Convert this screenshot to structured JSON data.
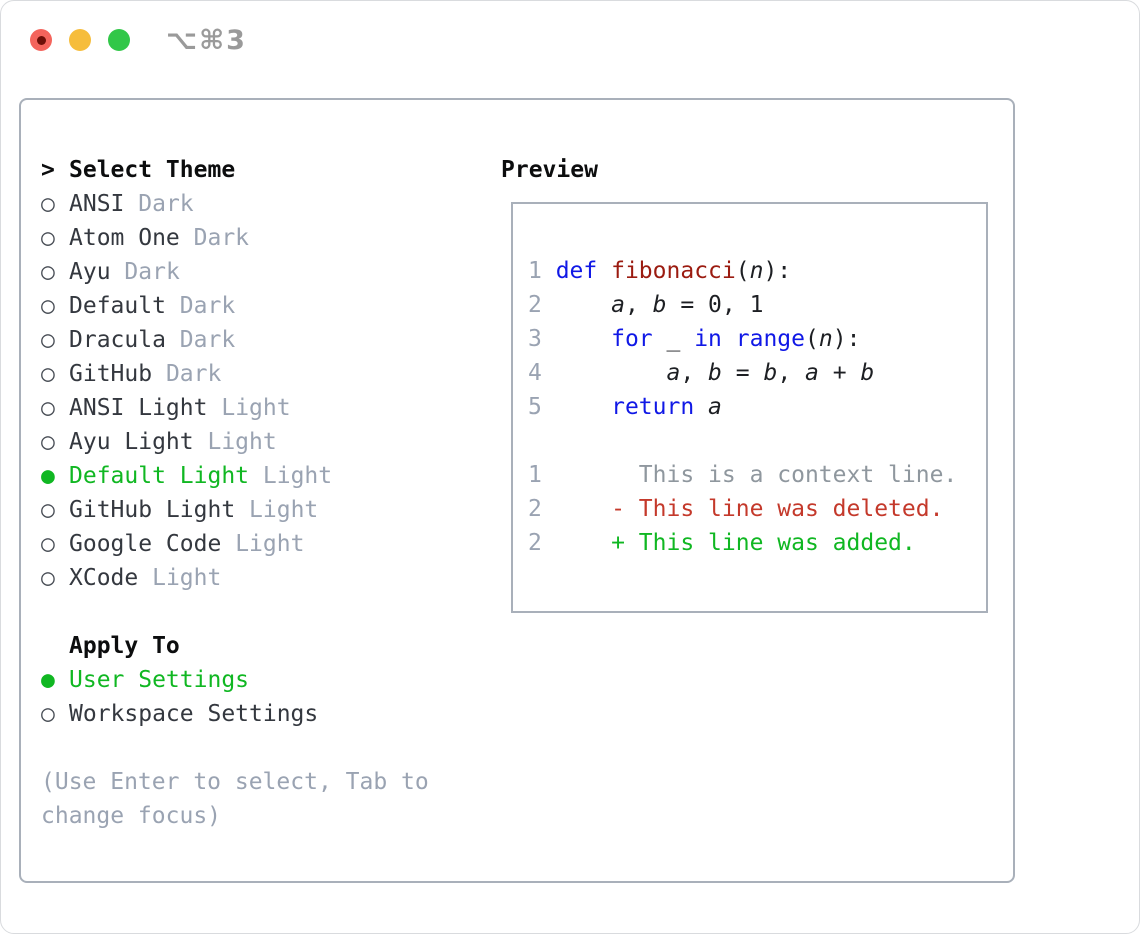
{
  "window": {
    "title": "⌥⌘3",
    "traffic_lights": [
      "close",
      "minimize",
      "zoom"
    ]
  },
  "icons": {
    "radio_unselected": "○",
    "radio_selected": "●",
    "prompt": ">"
  },
  "picker": {
    "prompt": ">",
    "title": "Select Theme",
    "items": [
      {
        "name": "ANSI",
        "variant": "Dark",
        "selected": false
      },
      {
        "name": "Atom One",
        "variant": "Dark",
        "selected": false
      },
      {
        "name": "Ayu",
        "variant": "Dark",
        "selected": false
      },
      {
        "name": "Default",
        "variant": "Dark",
        "selected": false
      },
      {
        "name": "Dracula",
        "variant": "Dark",
        "selected": false
      },
      {
        "name": "GitHub",
        "variant": "Dark",
        "selected": false
      },
      {
        "name": "ANSI Light",
        "variant": "Light",
        "selected": false
      },
      {
        "name": "Ayu Light",
        "variant": "Light",
        "selected": false
      },
      {
        "name": "Default Light",
        "variant": "Light",
        "selected": true
      },
      {
        "name": "GitHub Light",
        "variant": "Light",
        "selected": false
      },
      {
        "name": "Google Code",
        "variant": "Light",
        "selected": false
      },
      {
        "name": "XCode",
        "variant": "Light",
        "selected": false
      }
    ],
    "apply_to": {
      "title": "Apply To",
      "options": [
        {
          "label": "User Settings",
          "selected": true
        },
        {
          "label": "Workspace Settings",
          "selected": false
        }
      ]
    },
    "hint": "(Use Enter to select, Tab to change focus)"
  },
  "preview": {
    "title": "Preview",
    "code_lines": [
      {
        "num": "1",
        "tokens": [
          {
            "text": "def",
            "cls": "kw"
          },
          {
            "text": " "
          },
          {
            "text": "fibonacci",
            "cls": "fn"
          },
          {
            "text": "("
          },
          {
            "text": "n",
            "cls": "var"
          },
          {
            "text": "):"
          }
        ]
      },
      {
        "num": "2",
        "tokens": [
          {
            "text": "    "
          },
          {
            "text": "a",
            "cls": "var"
          },
          {
            "text": ", "
          },
          {
            "text": "b",
            "cls": "var"
          },
          {
            "text": " = 0, 1"
          }
        ]
      },
      {
        "num": "3",
        "tokens": [
          {
            "text": "    "
          },
          {
            "text": "for",
            "cls": "kw"
          },
          {
            "text": " _ "
          },
          {
            "text": "in",
            "cls": "kw"
          },
          {
            "text": " "
          },
          {
            "text": "range",
            "cls": "kw"
          },
          {
            "text": "("
          },
          {
            "text": "n",
            "cls": "var"
          },
          {
            "text": "):"
          }
        ]
      },
      {
        "num": "4",
        "tokens": [
          {
            "text": "        "
          },
          {
            "text": "a",
            "cls": "var"
          },
          {
            "text": ", "
          },
          {
            "text": "b",
            "cls": "var"
          },
          {
            "text": " = "
          },
          {
            "text": "b",
            "cls": "var"
          },
          {
            "text": ", "
          },
          {
            "text": "a",
            "cls": "var"
          },
          {
            "text": " + "
          },
          {
            "text": "b",
            "cls": "var"
          }
        ]
      },
      {
        "num": "5",
        "tokens": [
          {
            "text": "    "
          },
          {
            "text": "return",
            "cls": "kw"
          },
          {
            "text": " "
          },
          {
            "text": "a",
            "cls": "var"
          }
        ]
      },
      {
        "num": "",
        "tokens": []
      },
      {
        "num": "1",
        "tokens": [
          {
            "text": "      This is a context line.",
            "cls": "ctx"
          }
        ]
      },
      {
        "num": "2",
        "tokens": [
          {
            "text": "    - This line was deleted.",
            "cls": "del"
          }
        ]
      },
      {
        "num": "2",
        "tokens": [
          {
            "text": "    + This line was added.",
            "cls": "add"
          }
        ]
      }
    ]
  },
  "colors": {
    "keyword": "#1018e6",
    "function": "#9b1b10",
    "deleted": "#c4392b",
    "added": "#10b722",
    "selected": "#10b722",
    "muted": "#9aa3b2",
    "context": "#8f979e",
    "text": "#1d1f23",
    "border": "#a9b0ba",
    "traffic_red": "#f4645c",
    "traffic_yellow": "#f6bd3b",
    "traffic_green": "#31c748"
  }
}
